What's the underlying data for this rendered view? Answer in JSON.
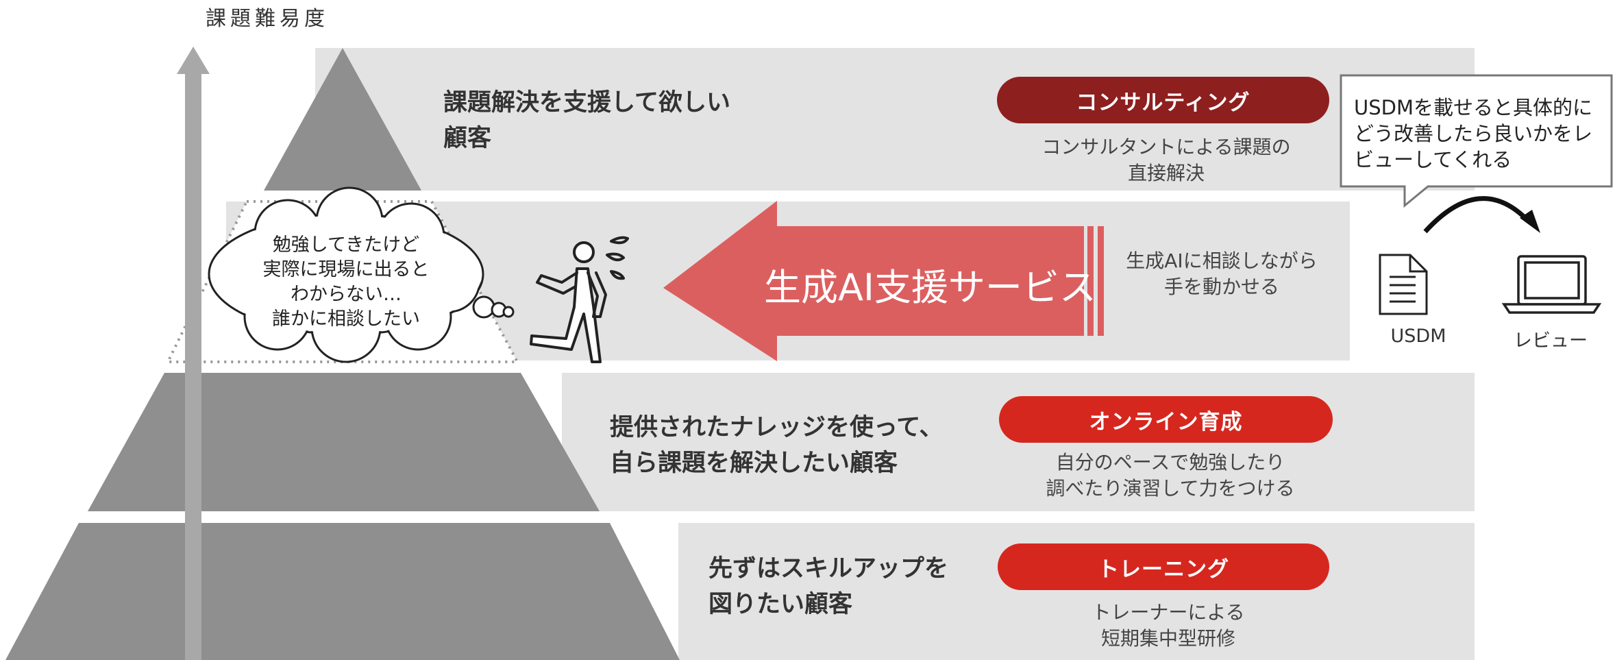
{
  "axis": {
    "label": "課題難易度"
  },
  "colors": {
    "band": "#e3e3e3",
    "pyramid": "#8f8f8f",
    "axis_arrow": "#a8a8a8",
    "consulting": "#8e1f1f",
    "red": "#d6271f",
    "ai_arrow": "#dc5f5f"
  },
  "tiers": [
    {
      "title_lines": [
        "課題解決を支援して欲しい",
        "顧客"
      ],
      "service": "コンサルティング",
      "desc_lines": [
        "コンサルタントによる課題の",
        "直接解決"
      ]
    },
    {
      "service": "生成AI支援サービス",
      "desc_lines": [
        "生成AIに相談しながら",
        "手を動かせる"
      ]
    },
    {
      "title_lines": [
        "提供されたナレッジを使って、",
        "自ら課題を解決したい顧客"
      ],
      "service": "オンライン育成",
      "desc_lines": [
        "自分のペースで勉強したり",
        "調べたり演習して力をつける"
      ]
    },
    {
      "title_lines": [
        "先ずはスキルアップを",
        "図りたい顧客"
      ],
      "service": "トレーニング",
      "desc_lines": [
        "トレーナーによる",
        "短期集中型研修"
      ]
    }
  ],
  "thought_bubble": {
    "lines": [
      "勉強してきたけど",
      "実際に現場に出ると",
      "わからない…",
      "誰かに相談したい"
    ]
  },
  "callout": {
    "lines": [
      "USDMを載せると具体的に",
      "どう改善したら良いかをレ",
      "ビューしてくれる"
    ]
  },
  "icons": [
    {
      "icon": "document-icon",
      "label": "USDM"
    },
    {
      "icon": "laptop-icon",
      "label": "レビュー"
    }
  ]
}
